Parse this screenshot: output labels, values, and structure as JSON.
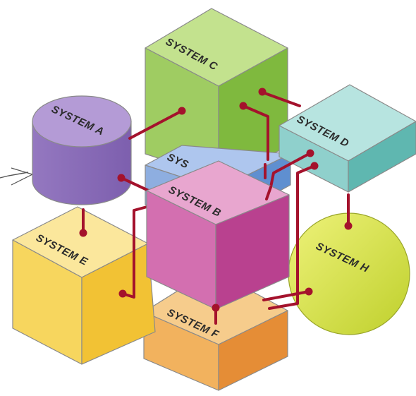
{
  "diagram": {
    "systems": {
      "a": {
        "label": "SYSTEM A",
        "shape": "cylinder",
        "color": "#9b7ec2"
      },
      "b": {
        "label": "SYSTEM B",
        "shape": "cube",
        "color": "#d36fb0"
      },
      "c": {
        "label": "SYSTEM C",
        "shape": "cube",
        "color": "#9fcc62"
      },
      "d": {
        "label": "SYSTEM D",
        "shape": "slab",
        "color": "#8fd0cc"
      },
      "e": {
        "label": "SYSTEM E",
        "shape": "cube",
        "color": "#f7d65e"
      },
      "f": {
        "label": "SYSTEM F",
        "shape": "slab",
        "color": "#f2b25e"
      },
      "g": {
        "label": "SYS",
        "shape": "cube",
        "color": "#8eaee0"
      },
      "h": {
        "label": "SYSTEM H",
        "shape": "sphere",
        "color": "#d4e048"
      }
    },
    "wire_color": "#a4122c"
  }
}
